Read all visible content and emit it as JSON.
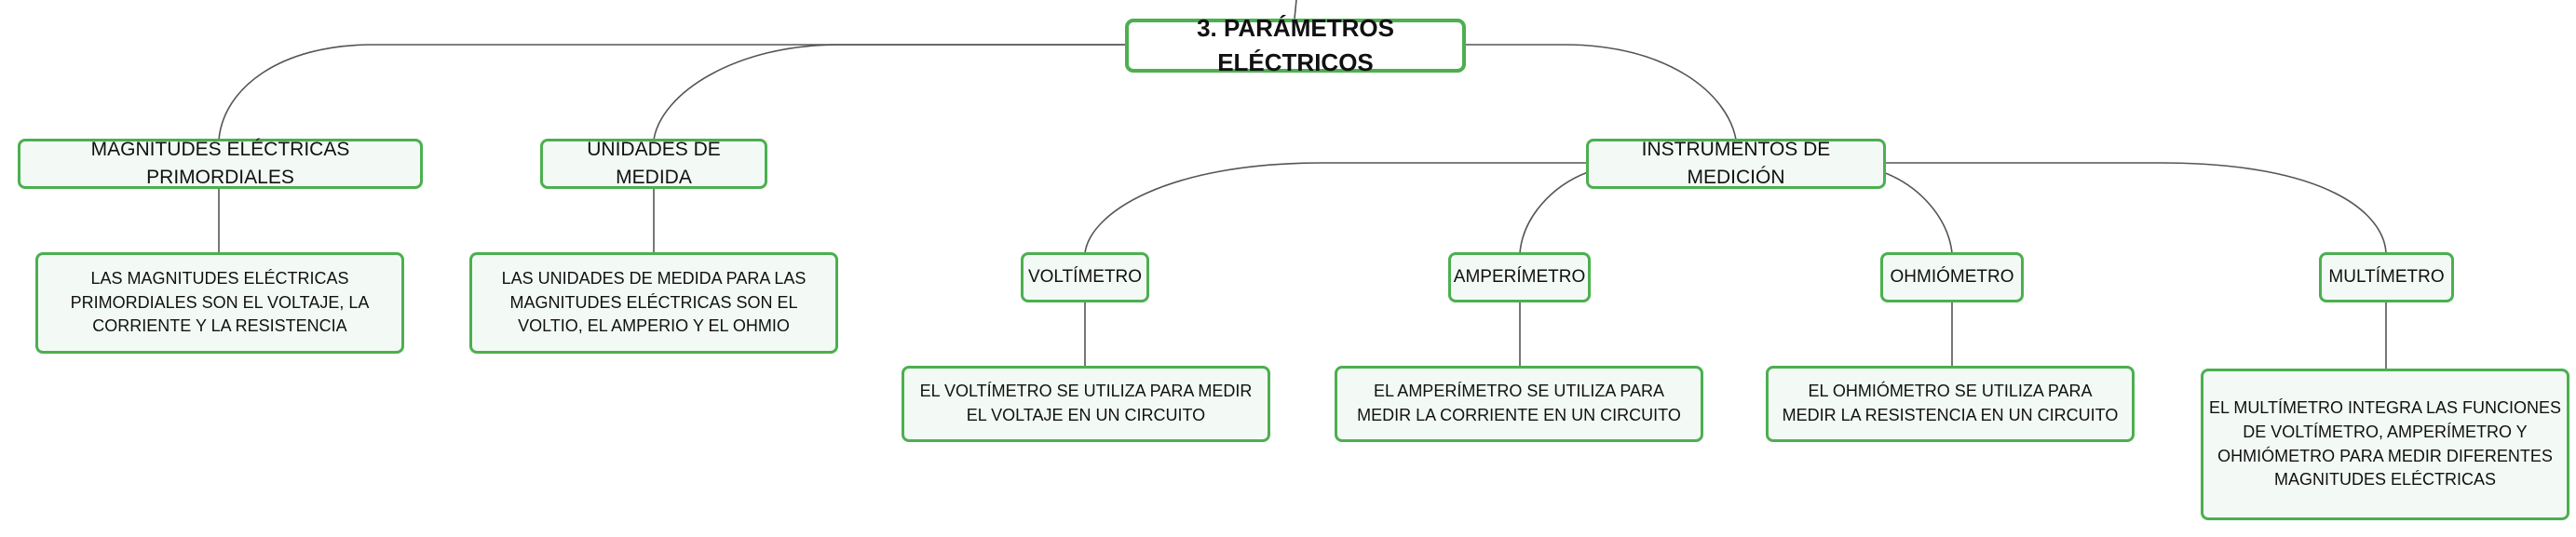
{
  "mindmap": {
    "root": "3. PARÁMETROS ELÉCTRICOS",
    "magnitudes": {
      "title": "MAGNITUDES ELÉCTRICAS PRIMORDIALES",
      "description": "LAS MAGNITUDES ELÉCTRICAS PRIMORDIALES SON EL VOLTAJE, LA CORRIENTE Y LA RESISTENCIA"
    },
    "unidades": {
      "title": "UNIDADES DE MEDIDA",
      "description": "LAS UNIDADES DE MEDIDA PARA LAS MAGNITUDES ELÉCTRICAS SON EL VOLTIO, EL AMPERIO Y EL OHMIO"
    },
    "instrumentos": {
      "title": "INSTRUMENTOS DE MEDICIÓN",
      "items": [
        {
          "title": "VOLTÍMETRO",
          "description": "EL VOLTÍMETRO SE UTILIZA PARA MEDIR EL VOLTAJE EN UN CIRCUITO"
        },
        {
          "title": "AMPERÍMETRO",
          "description": "EL AMPERÍMETRO SE UTILIZA PARA MEDIR LA CORRIENTE EN UN CIRCUITO"
        },
        {
          "title": "OHMIÓMETRO",
          "description": "EL OHMIÓMETRO SE UTILIZA PARA MEDIR LA RESISTENCIA EN UN CIRCUITO"
        },
        {
          "title": "MULTÍMETRO",
          "description": "EL MULTÍMETRO INTEGRA LAS FUNCIONES DE VOLTÍMETRO, AMPERÍMETRO Y OHMIÓMETRO PARA MEDIR DIFERENTES MAGNITUDES ELÉCTRICAS"
        }
      ]
    }
  },
  "colors": {
    "node_border": "#4caf50",
    "node_fill": "#f3faf5",
    "connector": "#555555"
  }
}
